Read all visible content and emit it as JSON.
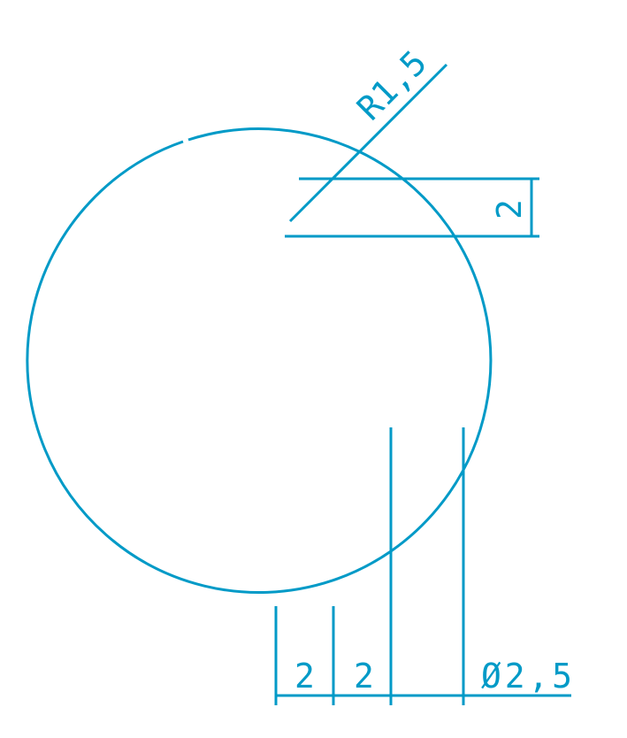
{
  "colors": {
    "line": "#009ac7",
    "background": "#ffffff"
  },
  "dimensions": {
    "radius_label": "R1,5",
    "height_label": "2",
    "bottom_left_label": "2",
    "bottom_middle_label": "2",
    "diameter_label": "Ø2,5"
  }
}
